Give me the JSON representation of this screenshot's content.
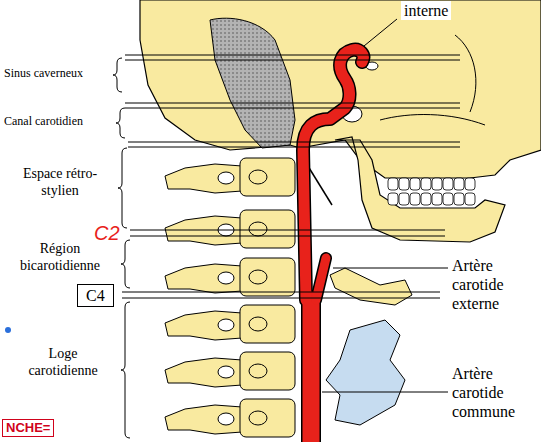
{
  "diagram": {
    "nodes": [
      {
        "text": [
          "C4"
        ]
      },
      {
        "text": [
          "NCHE="
        ]
      }
    ],
    "labels": [
      "interne",
      "Sinus caverneux",
      "Canal carotidien",
      "Espace rétro- stylien",
      "Région bicarotidienne",
      "C2",
      "Artère carotide externe",
      "Artère carotide commune",
      "Loge carotidienne"
    ]
  }
}
